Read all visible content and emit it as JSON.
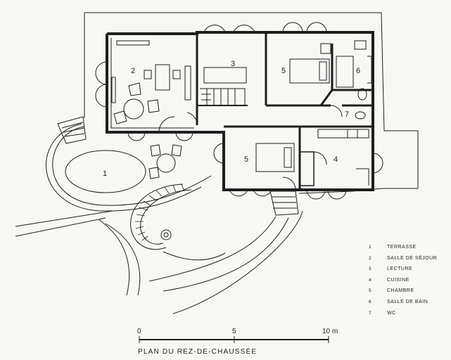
{
  "legend": [
    {
      "num": "1",
      "text": "TERRASSE"
    },
    {
      "num": "2",
      "text": "SALLE DE SÉJOUR"
    },
    {
      "num": "3",
      "text": "LECTURE"
    },
    {
      "num": "4",
      "text": "CUISINE"
    },
    {
      "num": "5",
      "text": "CHAMBRE"
    },
    {
      "num": "6",
      "text": "SALLE DE BAIN"
    },
    {
      "num": "7",
      "text": "WC"
    }
  ],
  "room_labels": {
    "terrasse": "1",
    "sejour": "2",
    "lecture": "3",
    "chambre_north": "5",
    "salle_de_bain": "6",
    "wc": "7",
    "chambre_south": "5",
    "cuisine": "4"
  },
  "scale": {
    "start": "0",
    "mid": "5",
    "end": "10 m"
  },
  "title": "PLAN DU REZ-DE-CHAUSSÉE",
  "colors": {
    "ink": "#1e1e1e",
    "paper": "#f7f7f4"
  }
}
